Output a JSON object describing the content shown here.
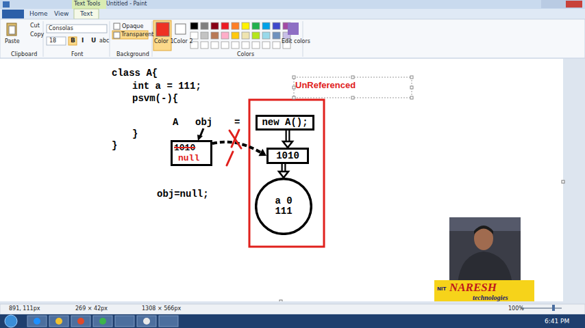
{
  "diagram": {
    "nodes": [
      {
        "text": [
          "new A();"
        ]
      },
      {
        "text": [
          "1010",
          "null"
        ]
      },
      {
        "text": [
          "1010"
        ]
      },
      {
        "text": [
          "a 0",
          "111"
        ]
      }
    ],
    "edges": [
      {
        "from": 1,
        "to": 2,
        "arrow": "to"
      },
      {
        "from": 0,
        "to": 2,
        "arrow": "to"
      },
      {
        "from": 2,
        "to": 3,
        "arrow": "to"
      }
    ],
    "labels": [
      "Untitled - Paint",
      "Text Tools",
      "Home",
      "View",
      "Text",
      "Paste",
      "Cut",
      "Copy",
      "Clipboard",
      "Consolas",
      "18",
      "B",
      "I",
      "U",
      "abc",
      "Font",
      "Opaque",
      "Transparent",
      "Background",
      "Color 1",
      "Color 2",
      "Colors",
      "Edit colors",
      "class A{",
      "int a = 111;",
      "psvm(-){",
      "A",
      "obj",
      "=",
      "}",
      "}",
      "obj=null;",
      "UnReferenced",
      "891, 111px",
      "269 × 42px",
      "1308 × 566px",
      "100%",
      "6:41 PM",
      "NARESH",
      "technologies",
      "NIT"
    ]
  }
}
